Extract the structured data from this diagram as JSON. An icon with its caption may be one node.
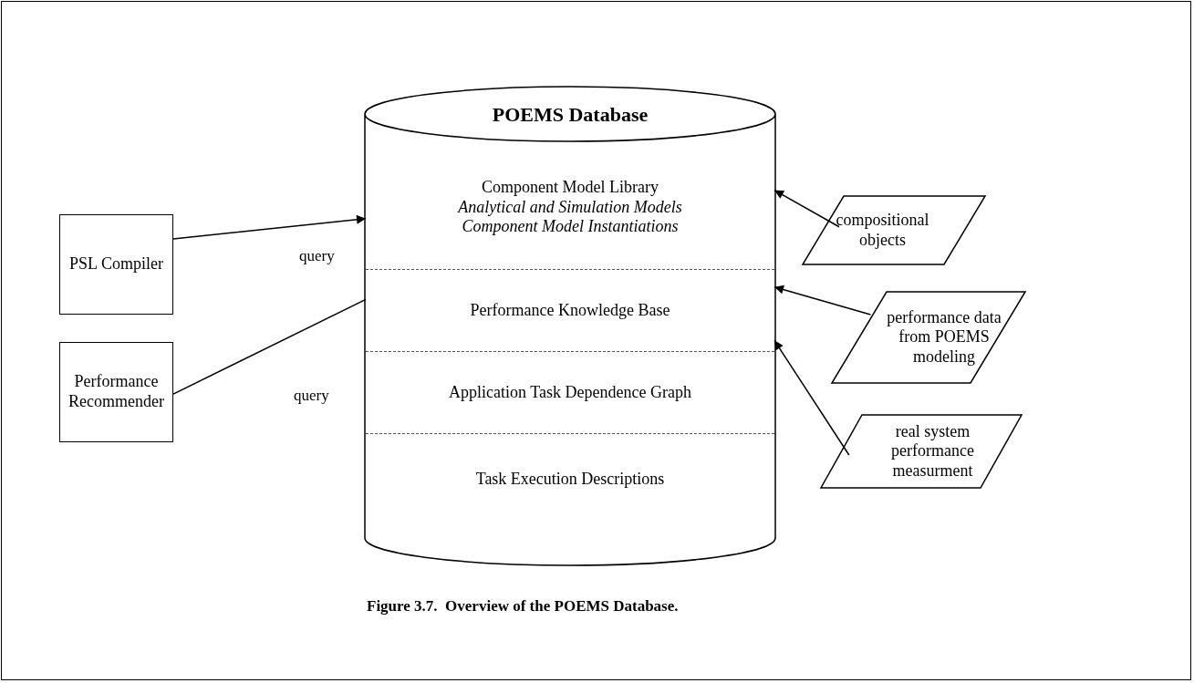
{
  "diagram": {
    "caption": "Figure 3.7.  Overview of the POEMS Database.",
    "nodes": [
      {
        "text": [
          "POEMS Database"
        ]
      },
      {
        "text": [
          "Component Model Library",
          "Analytical and Simulation Models",
          "Component Model Instantiations"
        ],
        "in": 0
      },
      {
        "text": [
          "Performance Knowledge Base"
        ],
        "in": 0
      },
      {
        "text": [
          "Application Task Dependence Graph"
        ],
        "in": 0
      },
      {
        "text": [
          "Task Execution Descriptions"
        ],
        "in": 0
      },
      {
        "text": [
          "PSL Compiler"
        ]
      },
      {
        "text": [
          "Performance Recommender"
        ]
      },
      {
        "text": [
          "compositional objects"
        ]
      },
      {
        "text": [
          "performance data from POEMS modeling"
        ]
      },
      {
        "text": [
          "real system performance measurment"
        ]
      }
    ],
    "edges": [
      {
        "from": 5,
        "to": 1,
        "arrow": "to",
        "label": "query"
      },
      {
        "from": 6,
        "to": 2,
        "arrow": "none",
        "label": "query"
      },
      {
        "from": 7,
        "to": 1,
        "arrow": "to"
      },
      {
        "from": 8,
        "to": 2,
        "arrow": "to"
      },
      {
        "from": 9,
        "to": 2,
        "arrow": "to"
      }
    ]
  }
}
